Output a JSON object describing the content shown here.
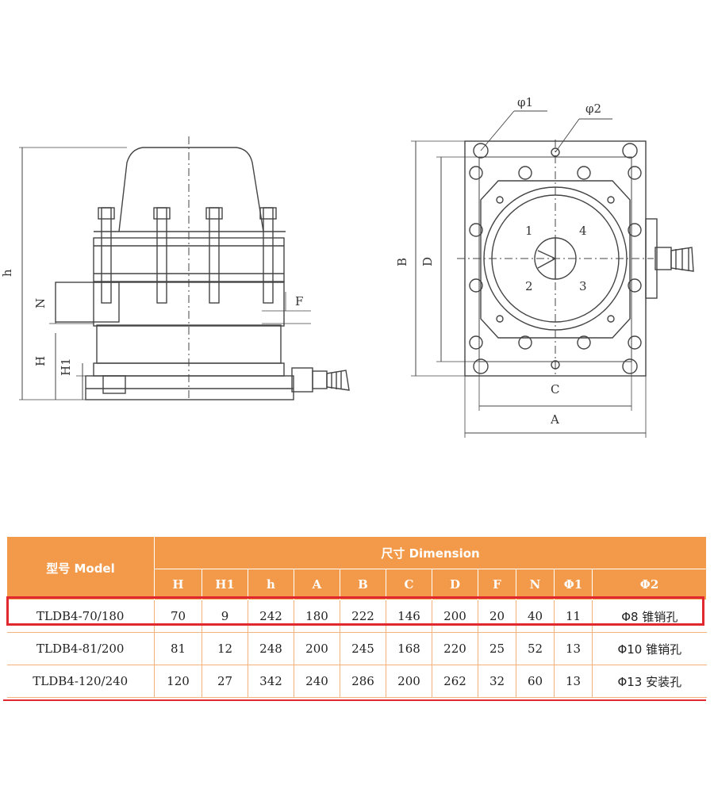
{
  "drawing": {
    "side_labels": {
      "h": "h",
      "N": "N",
      "H": "H",
      "H1": "H1",
      "F": "F"
    },
    "top_labels": {
      "phi1": "φ1",
      "phi2": "φ2",
      "B": "B",
      "D": "D",
      "C": "C",
      "A": "A",
      "n1": "1",
      "n2": "2",
      "n3": "3",
      "n4": "4"
    }
  },
  "table": {
    "model_header": "型号 Model",
    "dimension_header": "尺寸 Dimension",
    "columns": [
      "H",
      "H1",
      "h",
      "A",
      "B",
      "C",
      "D",
      "F",
      "N",
      "Φ1",
      "Φ2"
    ],
    "rows": [
      {
        "model": "TLDB4-70/180",
        "values": [
          "70",
          "9",
          "242",
          "180",
          "222",
          "146",
          "200",
          "20",
          "40",
          "11",
          "Φ8 锥销孔"
        ]
      },
      {
        "model": "TLDB4-81/200",
        "values": [
          "81",
          "12",
          "248",
          "200",
          "245",
          "168",
          "220",
          "25",
          "52",
          "13",
          "Φ10 锥销孔"
        ]
      },
      {
        "model": "TLDB4-120/240",
        "values": [
          "120",
          "27",
          "342",
          "240",
          "286",
          "200",
          "262",
          "32",
          "60",
          "13",
          "Φ13 安装孔"
        ]
      }
    ],
    "highlighted_row": 0,
    "colors": {
      "header": "#f29a49",
      "highlight": "#e0282e",
      "grid": "#f4b27a"
    }
  }
}
